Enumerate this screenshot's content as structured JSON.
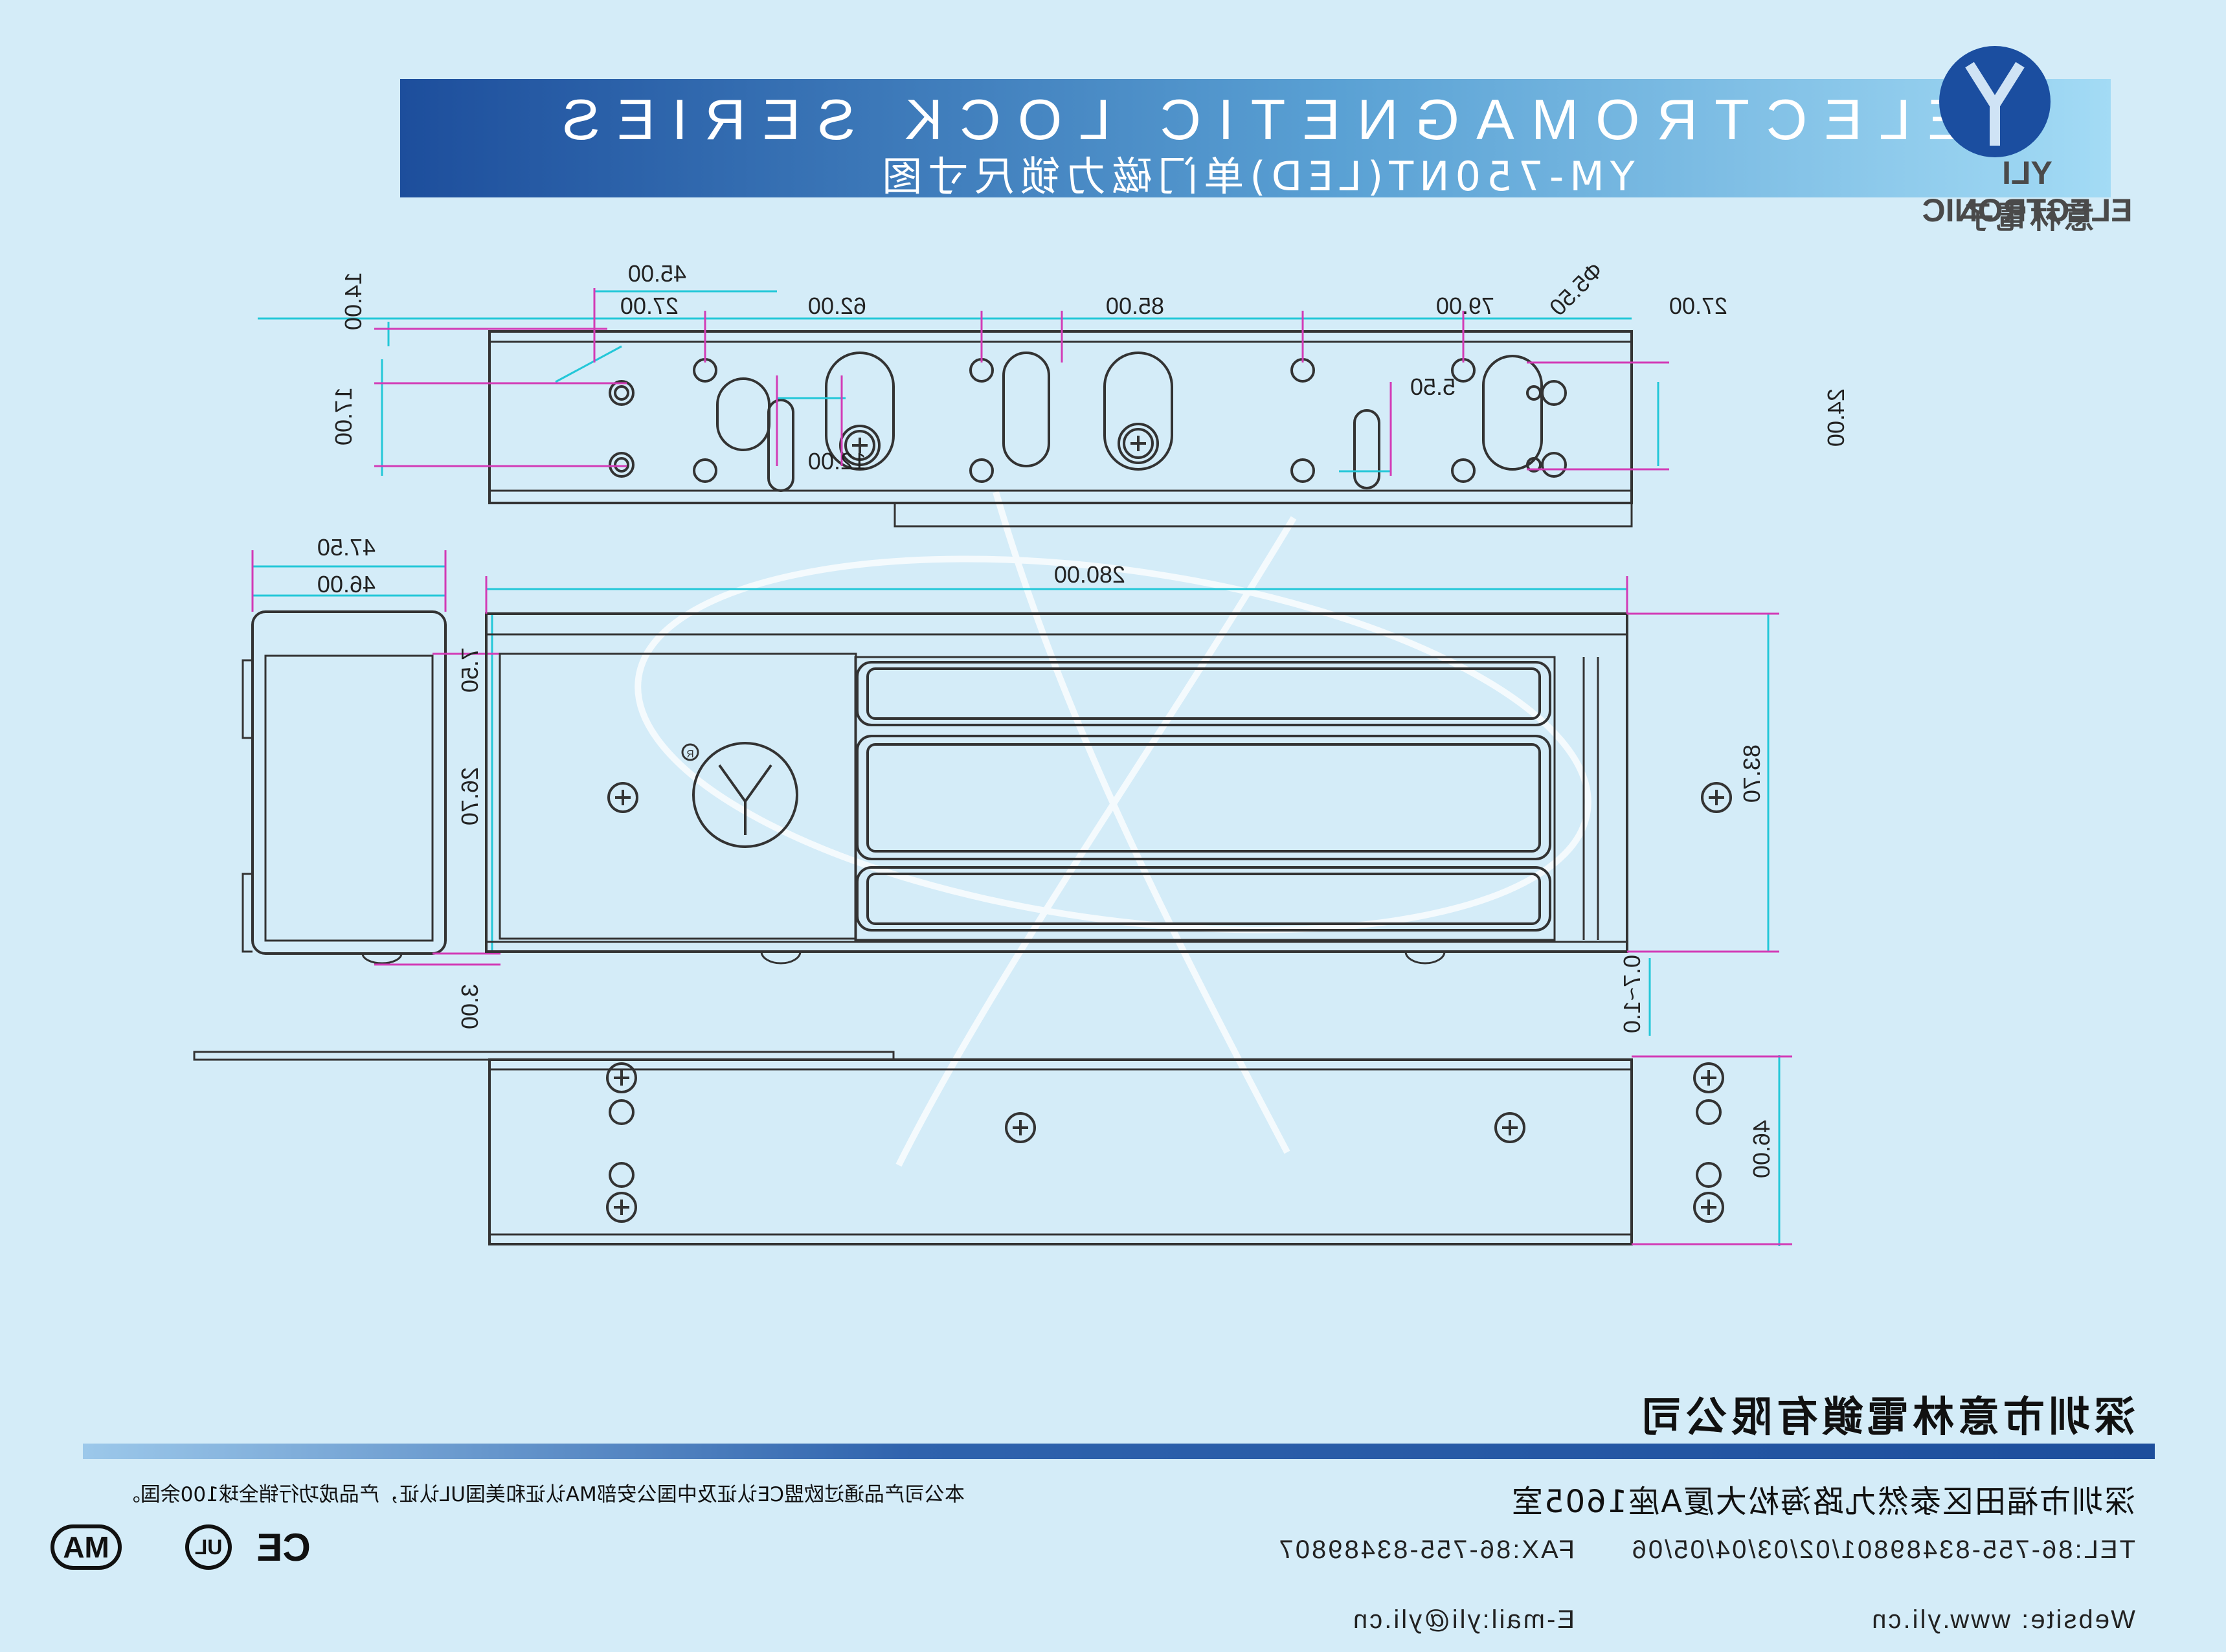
{
  "header": {
    "title": "ELECTROMAGNETIC LOCK SERIES",
    "subtitle": "YM-750NT(LED)单门磁力锁尺寸图"
  },
  "logo": {
    "name": "YLI ELECTRONIC",
    "name_cn": "意林電子",
    "registered_mark": "R"
  },
  "dimensions": {
    "top_view": {
      "d_45": "45.00",
      "d_27_left": "27.00",
      "d_62": "62.00",
      "d_85": "85.00",
      "d_79": "79.00",
      "d_27_right": "27.00",
      "d_phi": "Φ5.50",
      "d_14": "14.00",
      "d_17": "17.00",
      "d_12": "12.00",
      "d_5_5": "5.50",
      "d_24": "24.00"
    },
    "side_view": {
      "d_47_5": "47.50",
      "d_46": "46.00",
      "d_7_5": "7.50",
      "d_26_7": "26.70",
      "d_3": "3.00"
    },
    "front_view": {
      "d_length": "280.00",
      "d_height": "83.70",
      "d_gap": "0.7~1.0"
    },
    "bottom_view": {
      "d_46": "46.00"
    }
  },
  "footer": {
    "company": "深圳市意林電鎖有限公司",
    "address": "深圳市福田区泰然九路海松大厦A座1605室",
    "tel": "TEL:86-755-83489801/02/03/04/05/06",
    "fax": "FAX:86-755-83489807",
    "website": "Website: www.yli.cn",
    "email": "E-mail:yli@yli.cn",
    "note": "本公司产品通过欧盟CE认证及中国公安部MA认证和美国UL认证，产品成功行销全球100余国。",
    "cert_ma": "MA",
    "cert_ul": "UL",
    "cert_ce": "CE"
  },
  "colors": {
    "background": "#d4ecf8",
    "banner_dark": "#1d4e9c",
    "banner_light": "#a3dbf5",
    "dimension_cyan": "#23c7d8",
    "extension_magenta": "#d23bb6",
    "outline": "#333333"
  }
}
